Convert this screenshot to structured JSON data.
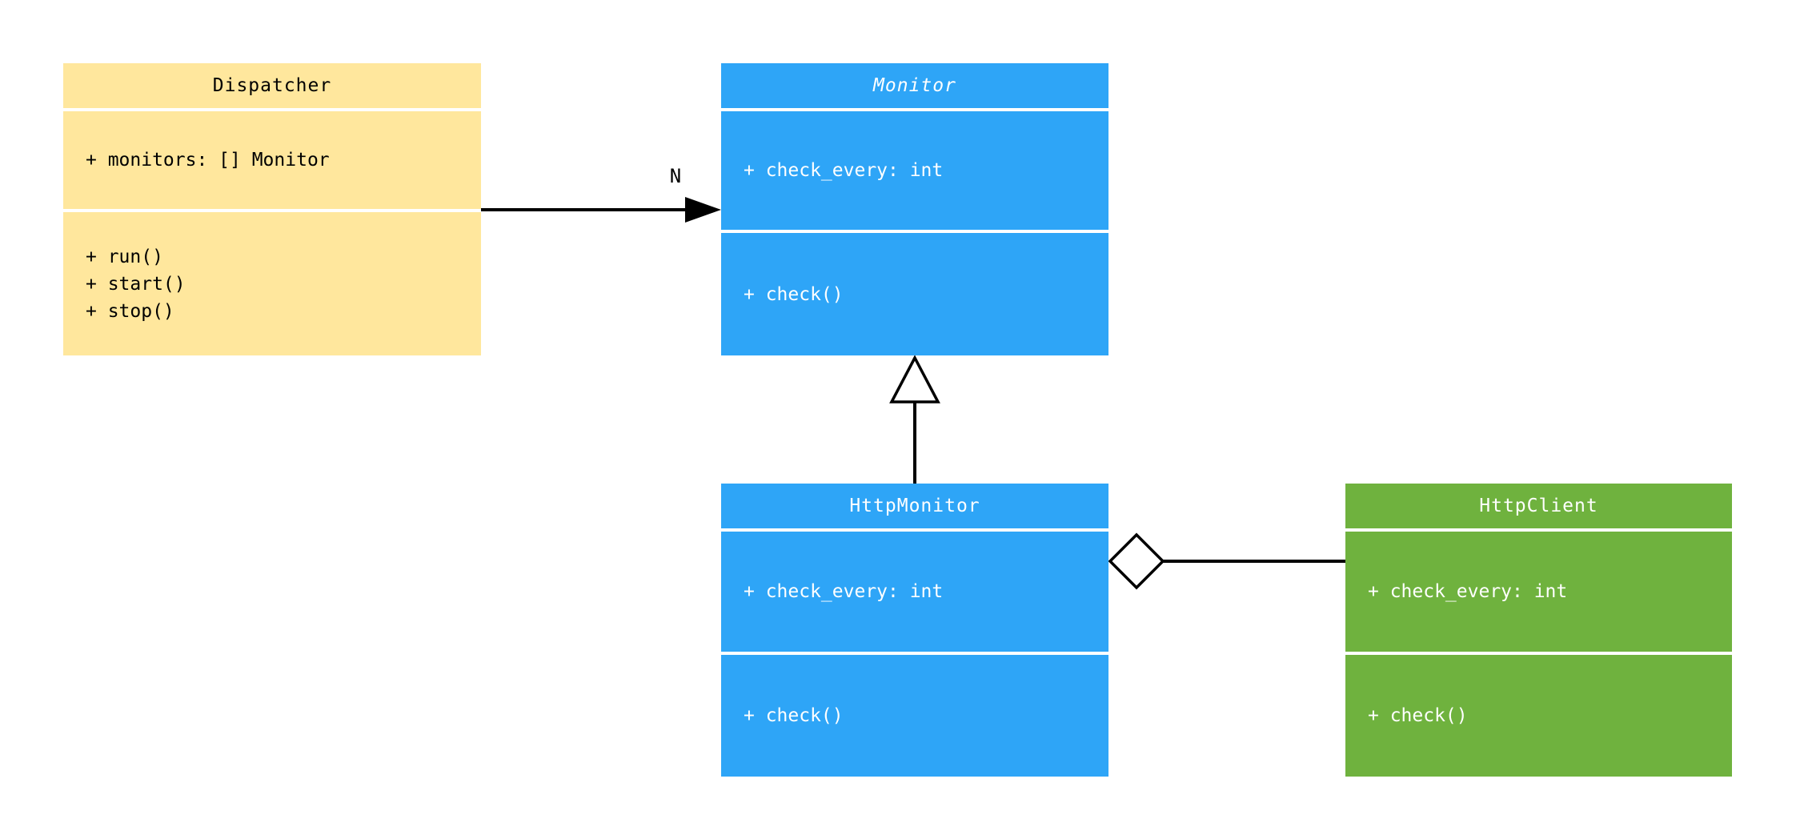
{
  "diagram": {
    "background_color": "#FFFFFF",
    "line_color": "#000000",
    "classes": [
      {
        "id": "dispatcher",
        "name": "Dispatcher",
        "abstract": false,
        "fill_color": "#FFE79D",
        "text_color": "#000000",
        "attributes": [
          "+ monitors: [] Monitor"
        ],
        "methods": [
          "+ run()",
          "+ start()",
          "+ stop()"
        ]
      },
      {
        "id": "monitor",
        "name": "Monitor",
        "abstract": true,
        "fill_color": "#2EA5F7",
        "text_color": "#FFFFFF",
        "attributes": [
          "+ check_every: int"
        ],
        "methods": [
          "+ check()"
        ]
      },
      {
        "id": "httpmonitor",
        "name": "HttpMonitor",
        "abstract": false,
        "fill_color": "#2EA5F7",
        "text_color": "#FFFFFF",
        "attributes": [
          "+ check_every: int"
        ],
        "methods": [
          "+ check()"
        ]
      },
      {
        "id": "httpclient",
        "name": "HttpClient",
        "abstract": false,
        "fill_color": "#6FB23E",
        "text_color": "#FFFFFF",
        "attributes": [
          "+ check_every: int"
        ],
        "methods": [
          "+ check()"
        ]
      }
    ],
    "relations": [
      {
        "type": "association",
        "from": "Dispatcher",
        "to": "Monitor",
        "label": "N"
      },
      {
        "type": "inheritance",
        "from": "HttpMonitor",
        "to": "Monitor",
        "label": ""
      },
      {
        "type": "aggregation",
        "from": "HttpMonitor",
        "to": "HttpClient",
        "label": ""
      }
    ]
  }
}
